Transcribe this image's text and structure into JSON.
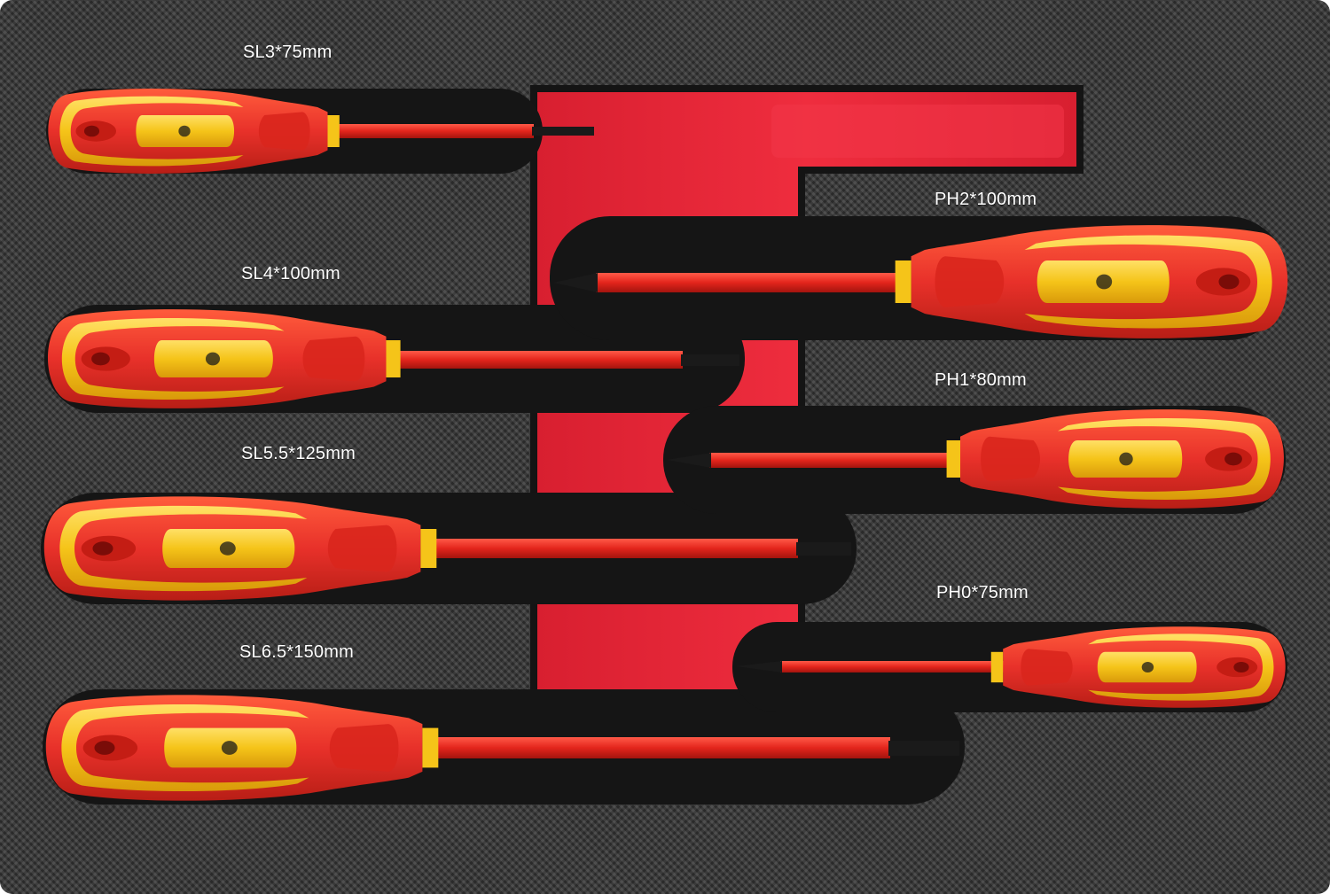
{
  "labels": {
    "sl3": "SL3*75mm",
    "sl4": "SL4*100mm",
    "sl55": "SL5.5*125mm",
    "sl65": "SL6.5*150mm",
    "ph2": "PH2*100mm",
    "ph1": "PH1*80mm",
    "ph0": "PH0*75mm"
  },
  "colors": {
    "handle_red": "#e8312a",
    "handle_yellow": "#f5c419",
    "foam_red": "#e8293a",
    "tray_grey": "#3a3a3a"
  }
}
